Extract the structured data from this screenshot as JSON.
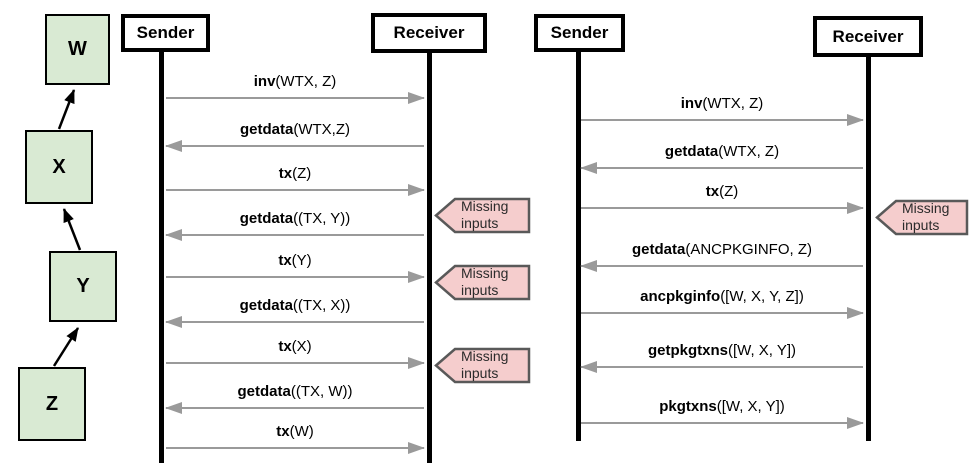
{
  "colors": {
    "node_fill": "#d9ead3",
    "node_border": "#000000",
    "tag_fill": "#f5cdcd",
    "tag_border": "#595959",
    "arrow": "#9a9a9a",
    "lifeline": "#000000",
    "chain_arrow": "#000000"
  },
  "chain": {
    "nodes": [
      {
        "label": "W"
      },
      {
        "label": "X"
      },
      {
        "label": "Y"
      },
      {
        "label": "Z"
      }
    ]
  },
  "left_diagram": {
    "sender": "Sender",
    "receiver": "Receiver",
    "messages": [
      {
        "fn": "inv",
        "args": "(WTX, Z)",
        "dir": "right"
      },
      {
        "fn": "getdata",
        "args": "(WTX,Z)",
        "dir": "left"
      },
      {
        "fn": "tx",
        "args": "(Z)",
        "dir": "right"
      },
      {
        "fn": "getdata",
        "args": "((TX, Y))",
        "dir": "left"
      },
      {
        "fn": "tx",
        "args": "(Y)",
        "dir": "right"
      },
      {
        "fn": "getdata",
        "args": "((TX, X))",
        "dir": "left"
      },
      {
        "fn": "tx",
        "args": "(X)",
        "dir": "right"
      },
      {
        "fn": "getdata",
        "args": "((TX, W))",
        "dir": "left"
      },
      {
        "fn": "tx",
        "args": "(W)",
        "dir": "right"
      }
    ],
    "tags": [
      {
        "label": "Missing inputs"
      },
      {
        "label": "Missing inputs"
      },
      {
        "label": "Missing inputs"
      }
    ]
  },
  "right_diagram": {
    "sender": "Sender",
    "receiver": "Receiver",
    "messages": [
      {
        "fn": "inv",
        "args": "(WTX, Z)",
        "dir": "right"
      },
      {
        "fn": "getdata",
        "args": "(WTX, Z)",
        "dir": "left"
      },
      {
        "fn": "tx",
        "args": "(Z)",
        "dir": "right"
      },
      {
        "fn": "getdata",
        "args": "(ANCPKGINFO, Z)",
        "dir": "left"
      },
      {
        "fn": "ancpkginfo",
        "args": "([W, X, Y, Z])",
        "dir": "right"
      },
      {
        "fn": "getpkgtxns",
        "args": "([W, X, Y])",
        "dir": "left"
      },
      {
        "fn": "pkgtxns",
        "args": "([W, X, Y])",
        "dir": "right"
      }
    ],
    "tags": [
      {
        "label": "Missing inputs"
      }
    ]
  }
}
